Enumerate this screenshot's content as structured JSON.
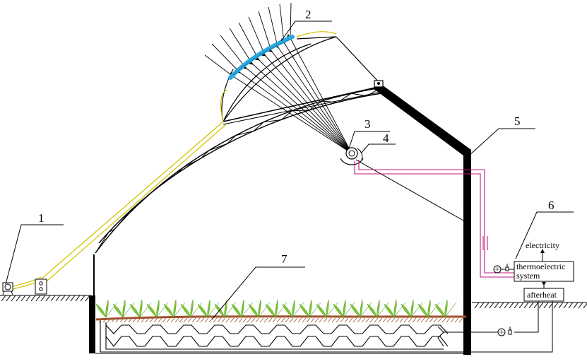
{
  "callouts": {
    "c1": "1",
    "c2": "2",
    "c3": "3",
    "c4": "4",
    "c5": "5",
    "c6": "6",
    "c7": "7"
  },
  "labels": {
    "electricity": "electricity",
    "thermo_line1": "thermoelectric",
    "thermo_line2": "system",
    "afterheat": "afterheat"
  },
  "colors": {
    "structure": "#000000",
    "cable": "#d4c400",
    "collector": "#29a8e0",
    "pipe": "#c0187a",
    "plants": "#7dc832",
    "soil": "#a0522d"
  }
}
